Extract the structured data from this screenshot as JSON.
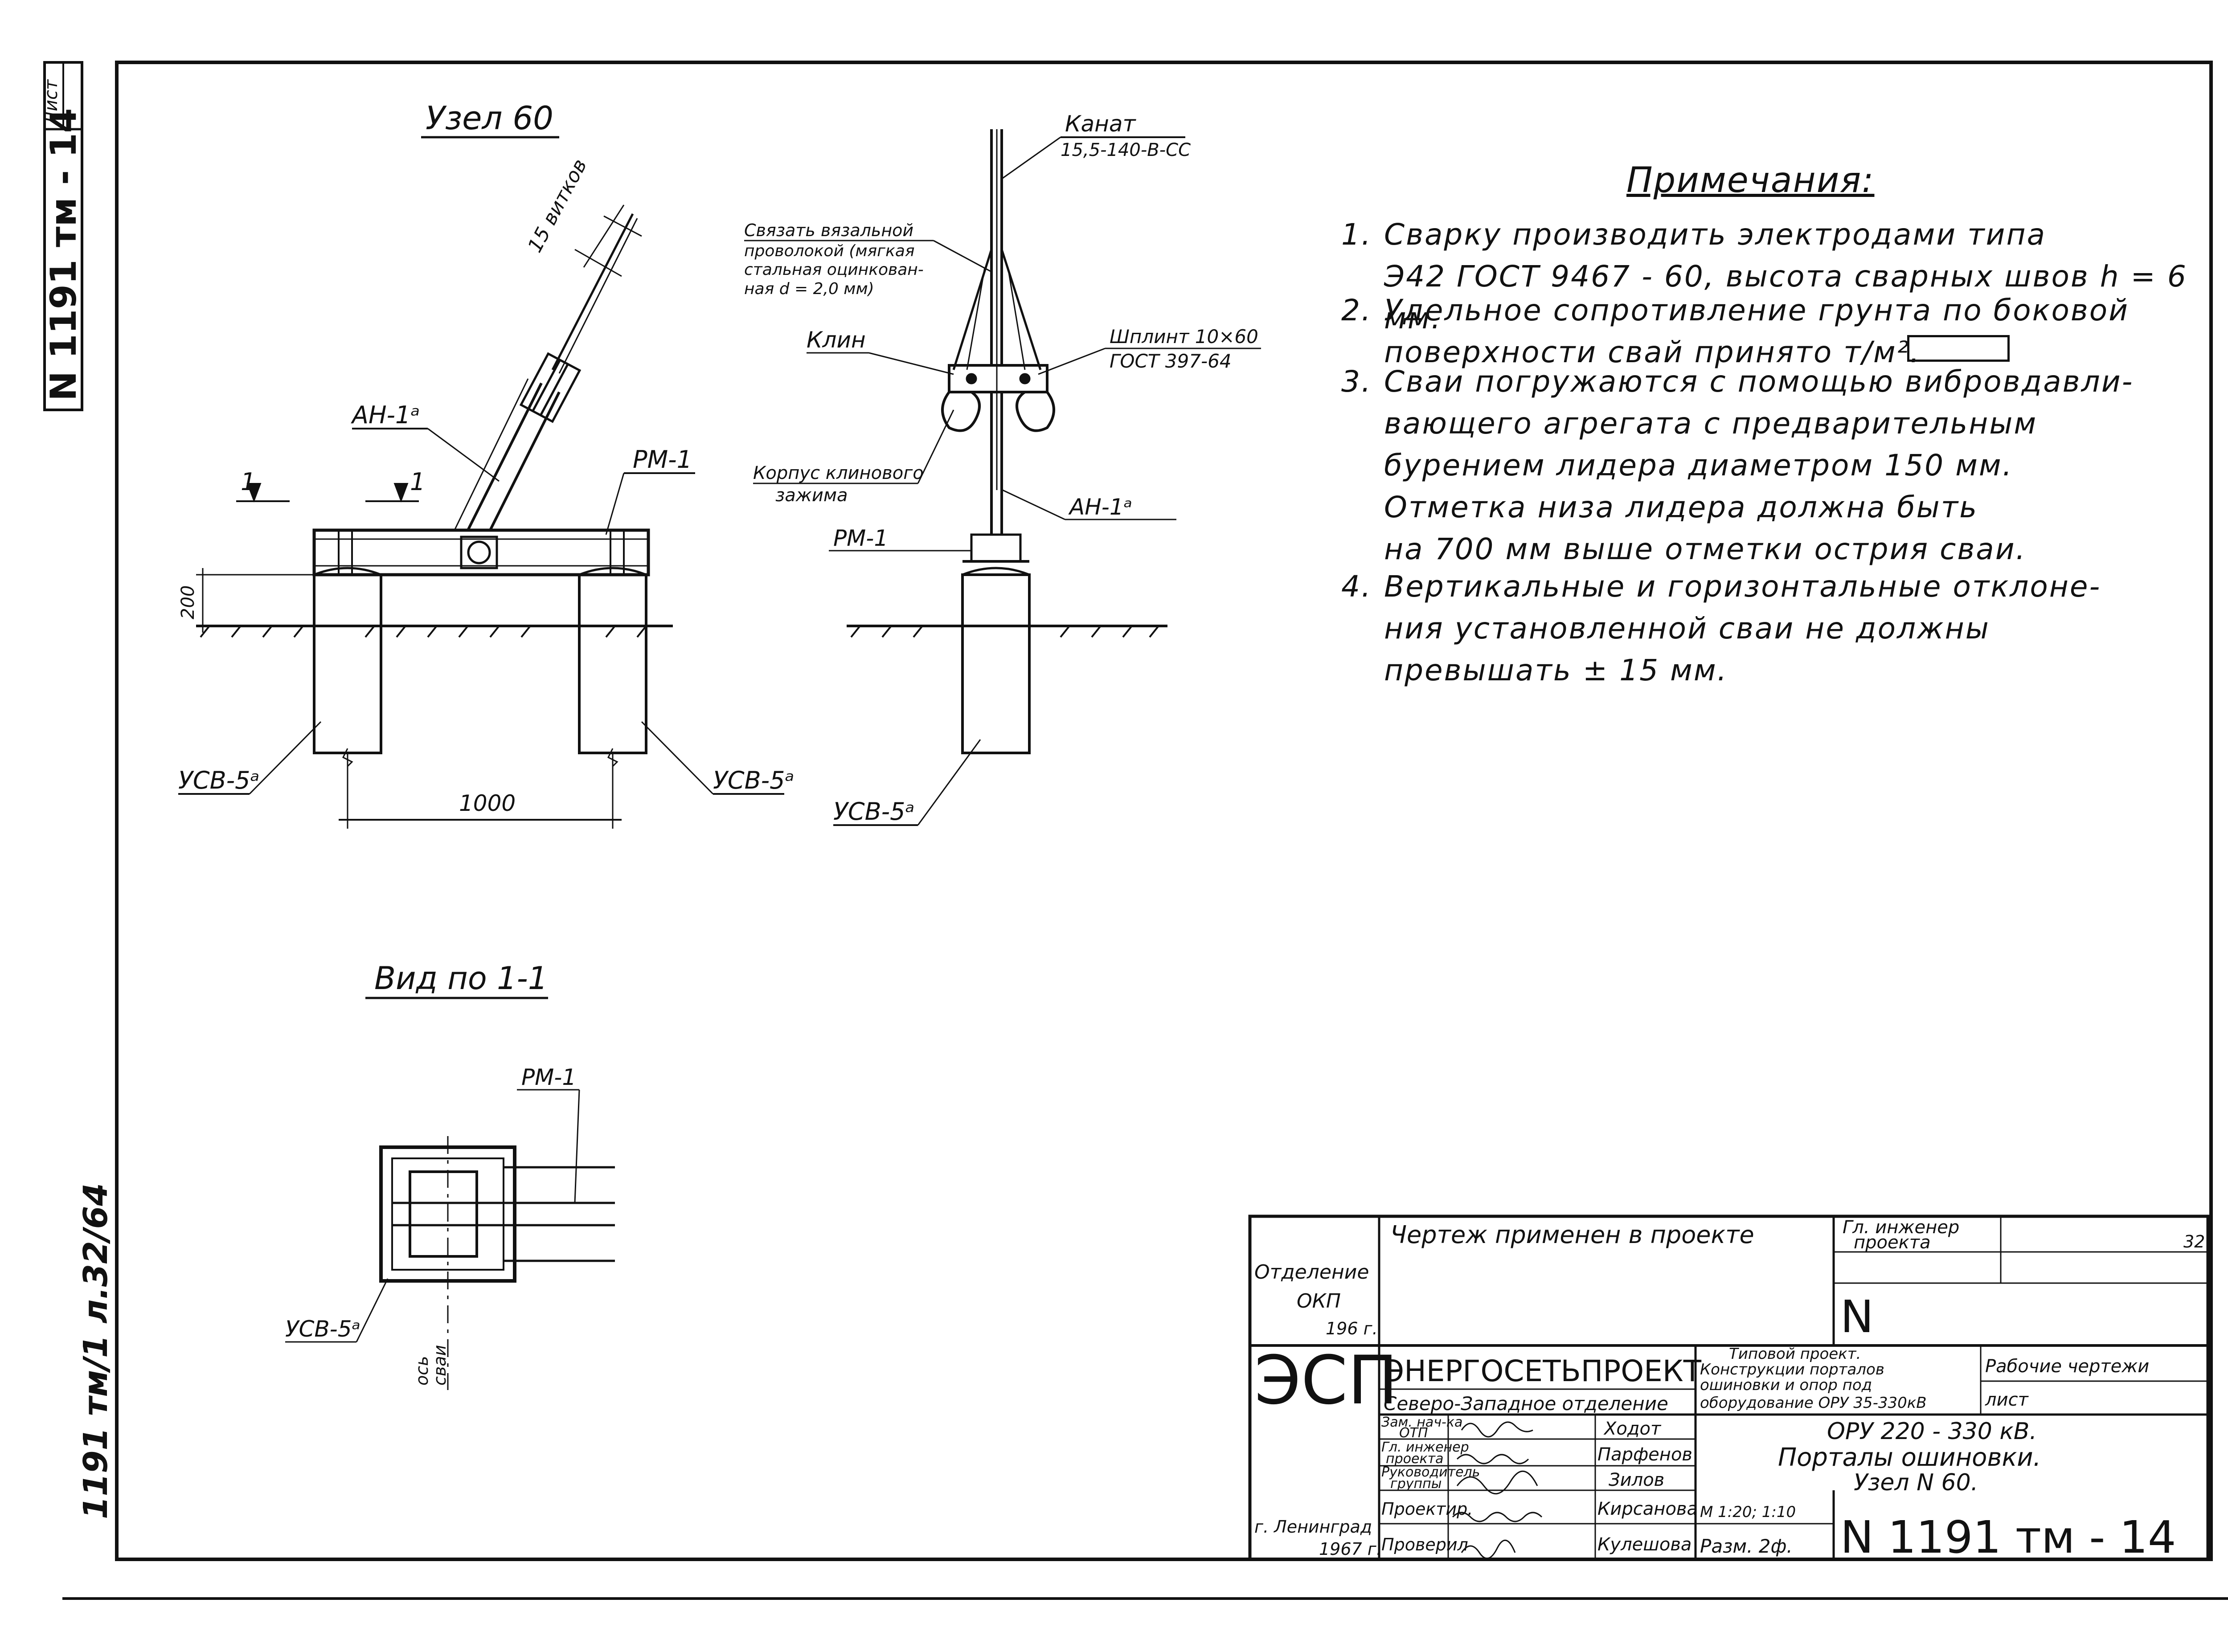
{
  "side_stamp": {
    "sheet_label": "Лист",
    "doc_number": "N 1191 тм - 14"
  },
  "margin_mark": "1191 тм/1 л.32/64",
  "node_view": {
    "title": "Узел 60",
    "labels": {
      "an1_left": "АН-1ᵃ",
      "rm1_left": "РМ-1",
      "section_mark": "1",
      "turns": "15 витков",
      "dim_200": "200",
      "dim_1000": "1000",
      "usv_left": "УСВ-5ᵃ",
      "usv_right": "УСВ-5ᵃ"
    }
  },
  "side_view": {
    "labels": {
      "rope_1": "Канат",
      "rope_2": "15,5-140-В-СС",
      "tie_1": "Связать вязальной",
      "tie_2": "проволокой (мягкая",
      "tie_3": "стальная оцинкован-",
      "tie_4": "ная  d = 2,0 мм)",
      "wedge": "Клин",
      "pin_1": "Шплинт 10×60",
      "pin_2": "ГОСТ 397-64",
      "body_1": "Корпус клинового",
      "body_2": "зажима",
      "an1": "АН-1ᵃ",
      "rm1": "РМ-1",
      "usv": "УСВ-5ᵃ"
    }
  },
  "section_view": {
    "title": "Вид по 1-1",
    "labels": {
      "rm1": "РМ-1",
      "usv": "УСВ-5ᵃ",
      "axis_1": "ось",
      "axis_2": "сваи"
    }
  },
  "notes": {
    "title": "Примечания:",
    "items": [
      {
        "num": "1.",
        "text": "Сварку  производить  электродами  типа\nЭ42   ГОСТ  9467 - 60, высота сварных швов h = 6 мм."
      },
      {
        "num": "2.",
        "text": "Удельное  сопротивление  грунта  по боковой\nповерхности  свай  принято           т/м²."
      },
      {
        "num": "3.",
        "text": "Сваи  погружаются  с помощью  вибровдавли-\nвающего  агрегата  с предварительным\nбурением  лидера  диаметром  150 мм.\nОтметка  низа  лидера  должна  быть\nна 700 мм  выше  отметки  острия  сваи."
      },
      {
        "num": "4.",
        "text": "Вертикальные  и горизонтальные  отклоне-\nния  установленной  сваи  не должны\nпревышать  ± 15 мм."
      }
    ]
  },
  "title_block": {
    "applied_in_project": "Чертеж  применен  в проекте",
    "chief_engineer_1": "Гл. инженер",
    "chief_engineer_2": "проекта",
    "sheet_side_number": "32",
    "big_n": "N",
    "dept_1": "Отделение",
    "dept_2": "ОКП",
    "dept_year": "196 г.",
    "logo": "ЭСП",
    "org_name": "ЭНЕРГОСЕТЬПРОЕКТ",
    "org_branch": "Северо-Западное отделение",
    "typical_project_1": "Типовой  проект.",
    "typical_project_2": "Конструкции  порталов",
    "typical_project_3": "ошиновки  и опор под",
    "typical_project_4": "оборудование  ОРУ 35-330кВ",
    "working_drawings": "Рабочие чертежи",
    "sheet_word": "лист",
    "deputy_1": "Зам. нач-ка",
    "deputy_2": "ОТП",
    "name_1": "Ходот",
    "chief_1": "Гл. инженер",
    "chief_2": "проекта",
    "name_2": "Парфенов",
    "group_head_1": "Руководитель",
    "group_head_2": "группы",
    "name_3": "Зилов",
    "designed": "Проектир.",
    "name_4": "Кирсанова",
    "checked": "Проверил",
    "name_5": "Кулешова",
    "city": "г. Ленинград",
    "year": "1967 г.",
    "scale": "М 1:20; 1:10",
    "size": "Разм. 2ф.",
    "subject_1": "ОРУ  220 - 330 кВ.",
    "subject_2": "Порталы  ошиновки.",
    "subject_3": "Узел  N 60.",
    "doc_number": "N 1191 тм - 14"
  }
}
